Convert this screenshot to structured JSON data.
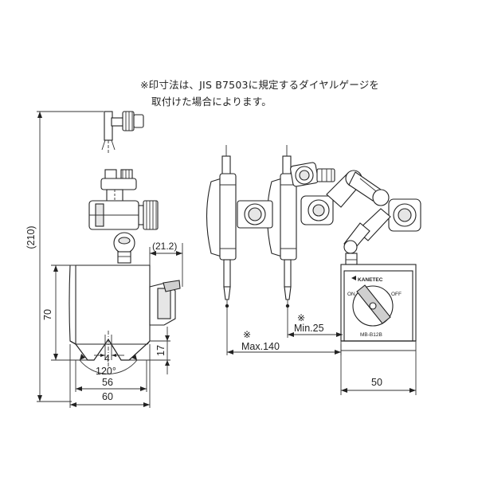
{
  "notes": {
    "line1": "※印寸法は、JIS  B7503に規定するダイヤルゲージを",
    "line2": "取付けた場合によります。"
  },
  "dimensions": {
    "overall_height": "(210)",
    "base_height": "70",
    "offset_width": "(21.2)",
    "v_groove_depth": "17",
    "groove_width": "4",
    "groove_angle": "120°",
    "groove_span": "56",
    "base_width": "60",
    "min_reach_mark": "※",
    "min_reach": "Min.25",
    "max_reach_mark": "※",
    "max_reach": "Max.140",
    "front_width": "50"
  },
  "base_face": {
    "brand": "KANETEC",
    "on_label": "ON",
    "off_label": "OFF",
    "model": "MB-B12B"
  },
  "colors": {
    "line": "#222222",
    "fill_light": "#e6e6e6",
    "fill_mid": "#cfcfcf"
  }
}
